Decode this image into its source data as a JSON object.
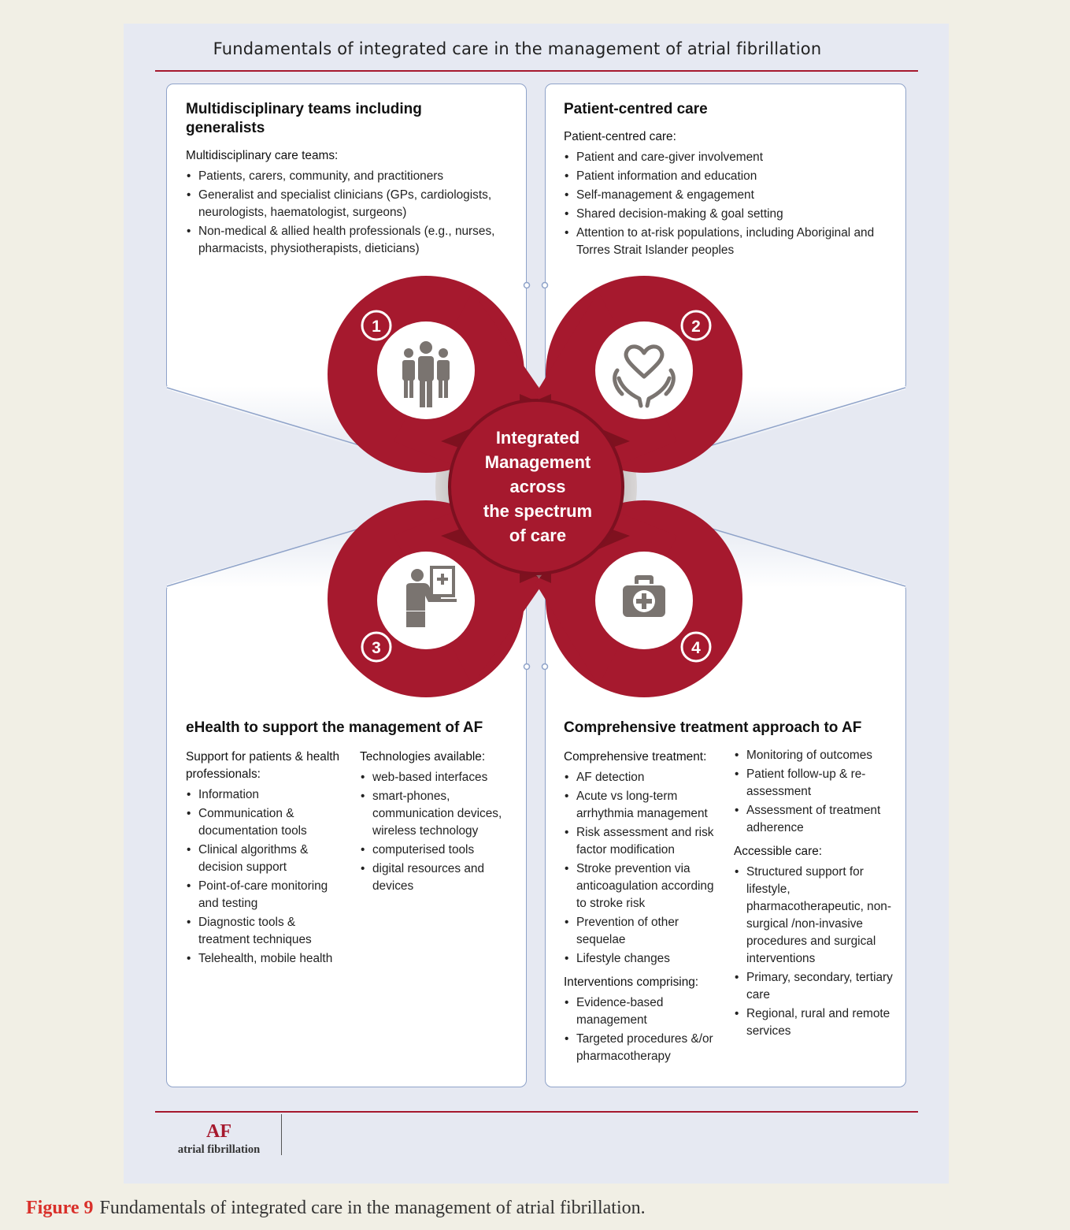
{
  "figure_title": "Fundamentals of integrated care in the management of atrial fibrillation",
  "center_label": "Integrated Management across the spectrum of care",
  "center_lines": [
    "Integrated",
    "Management",
    "across",
    "the spectrum",
    "of care"
  ],
  "colors": {
    "accent_red": "#a6192e",
    "panel_bg": "#e6e9f2",
    "border_blue": "#8fa3c9",
    "icon_grey": "#7a7470"
  },
  "sections": [
    {
      "number": "1",
      "icon": "people-group-icon",
      "heading_lines": [
        "Multidisciplinary teams including",
        "generalists"
      ],
      "subheading": "Multidisciplinary care teams:",
      "items": [
        "Patients, carers, community, and practitioners",
        "Generalist and specialist clinicians (GPs, cardiologists, neurologists, haematologist, surgeons)",
        "Non-medical & allied health professionals (e.g., nurses, pharmacists, physiotherapists, dieticians)"
      ]
    },
    {
      "number": "2",
      "icon": "heart-in-hands-icon",
      "heading": "Patient-centred care",
      "subheading": "Patient-centred care:",
      "items": [
        "Patient and care-giver involvement",
        "Patient information and education",
        "Self-management & engagement",
        "Shared decision-making & goal setting",
        "Attention to at-risk populations, including Aboriginal and Torres Strait Islander peoples"
      ]
    },
    {
      "number": "3",
      "icon": "person-at-computer-icon",
      "heading": "eHealth to support the management of AF",
      "col1_subheading": "Support for patients & health professionals:",
      "col1_items": [
        "Information",
        "Communication & documentation tools",
        "Clinical algorithms & decision support",
        "Point-of-care monitoring and testing",
        "Diagnostic tools & treatment techniques",
        "Telehealth, mobile health"
      ],
      "col2_subheading": "Technologies available:",
      "col2_items": [
        "web-based interfaces",
        "smart-phones, communication devices, wireless technology",
        "computerised tools",
        "digital resources and devices"
      ]
    },
    {
      "number": "4",
      "icon": "medical-kit-icon",
      "heading": "Comprehensive treatment approach to AF",
      "col1_subheading": "Comprehensive treatment:",
      "col1_items": [
        "AF detection",
        "Acute vs long-term arrhythmia management",
        "Risk assessment and risk factor modification",
        "Stroke prevention via anticoagulation according to stroke risk",
        "Prevention of other sequelae",
        "Lifestyle changes"
      ],
      "col1b_subheading": "Interventions comprising:",
      "col1b_items": [
        "Evidence-based management",
        "Targeted procedures &/or pharmacotherapy"
      ],
      "col2_items": [
        "Monitoring of outcomes",
        "Patient follow-up & re-assessment",
        "Assessment of treatment adherence"
      ],
      "col2_subheading": "Accessible care:",
      "col2b_items": [
        "Structured support for lifestyle, pharmacotherapeutic, non-surgical /non-invasive procedures and surgical interventions",
        "Primary, secondary, tertiary care",
        "Regional, rural and remote services"
      ]
    }
  ],
  "logo": {
    "abbr": "AF",
    "name": "atrial fibrillation"
  },
  "caption": {
    "label": "Figure 9",
    "text": "Fundamentals of integrated care in the management of atrial fibrillation."
  }
}
